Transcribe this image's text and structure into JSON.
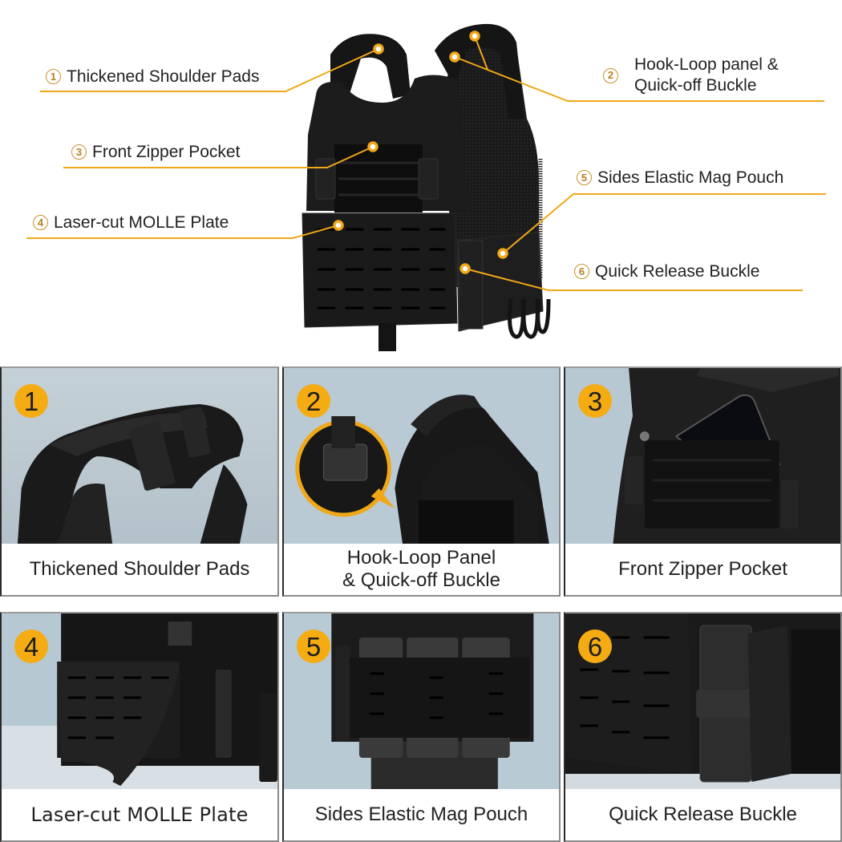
{
  "accent_color": "#f5ac13",
  "line_color": "#f0a818",
  "hero": {
    "callouts": [
      {
        "number": "①",
        "text": "Thickened Shoulder Pads"
      },
      {
        "number": "②",
        "line1": "Hook-Loop panel &",
        "line2": "Quick-off Buckle"
      },
      {
        "number": "③",
        "text": "Front Zipper Pocket"
      },
      {
        "number": "④",
        "text": "Laser-cut MOLLE Plate"
      },
      {
        "number": "⑤",
        "text": "Sides Elastic Mag Pouch"
      },
      {
        "number": "⑥",
        "text": "Quick Release Buckle"
      }
    ]
  },
  "panels": [
    {
      "badge": "1",
      "caption": "Thickened Shoulder Pads"
    },
    {
      "badge": "2",
      "caption_line1": "Hook-Loop Panel",
      "caption_line2": "& Quick-off Buckle"
    },
    {
      "badge": "3",
      "caption": "Front Zipper Pocket"
    },
    {
      "badge": "4",
      "caption": "Laser-cut MOLLE Plate"
    },
    {
      "badge": "5",
      "caption": "Sides Elastic Mag Pouch"
    },
    {
      "badge": "6",
      "caption": "Quick Release Buckle"
    }
  ]
}
